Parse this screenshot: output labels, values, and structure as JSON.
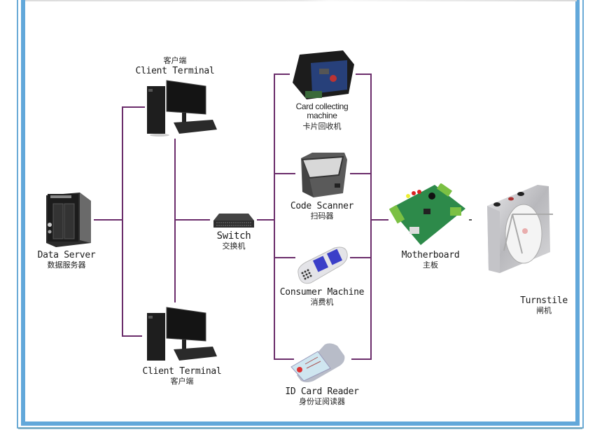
{
  "diagram": {
    "line_color": "#6b2d6b",
    "frame_color": "#62a8da",
    "nodes": {
      "data_server": {
        "en": "Data Server",
        "cn": "数据服务器",
        "icon": "nas-server-icon"
      },
      "client_top": {
        "en": "Client Terminal",
        "cn": "客户端",
        "icon": "desktop-computer-icon"
      },
      "client_bottom": {
        "en": "Client Terminal",
        "cn": "客户端",
        "icon": "desktop-computer-icon"
      },
      "switch": {
        "en": "Switch",
        "cn": "交换机",
        "icon": "network-switch-icon"
      },
      "card_collecting": {
        "en_line1": "Card collecting",
        "en_line2": "machine",
        "cn": "卡片回收机",
        "icon": "card-collector-icon"
      },
      "code_scanner": {
        "en": "Code Scanner",
        "cn": "扫码器",
        "icon": "qr-scanner-icon"
      },
      "consumer_machine": {
        "en": "Consumer Machine",
        "cn": "消费机",
        "icon": "pos-terminal-icon"
      },
      "id_card_reader": {
        "en": "ID Card Reader",
        "cn": "身份证阅读器",
        "icon": "id-card-reader-icon"
      },
      "motherboard": {
        "en": "Motherboard",
        "cn": "主板",
        "icon": "circuit-board-icon"
      },
      "turnstile": {
        "en": "Turnstile",
        "cn": "闸机",
        "icon": "turnstile-icon"
      }
    },
    "connections": [
      [
        "data_server",
        "client_top"
      ],
      [
        "data_server",
        "client_bottom"
      ],
      [
        "client_top",
        "switch"
      ],
      [
        "client_bottom",
        "switch"
      ],
      [
        "switch",
        "card_collecting"
      ],
      [
        "switch",
        "code_scanner"
      ],
      [
        "switch",
        "consumer_machine"
      ],
      [
        "switch",
        "id_card_reader"
      ],
      [
        "card_collecting",
        "motherboard"
      ],
      [
        "code_scanner",
        "motherboard"
      ],
      [
        "consumer_machine",
        "motherboard"
      ],
      [
        "id_card_reader",
        "motherboard"
      ],
      [
        "motherboard",
        "turnstile"
      ]
    ]
  }
}
